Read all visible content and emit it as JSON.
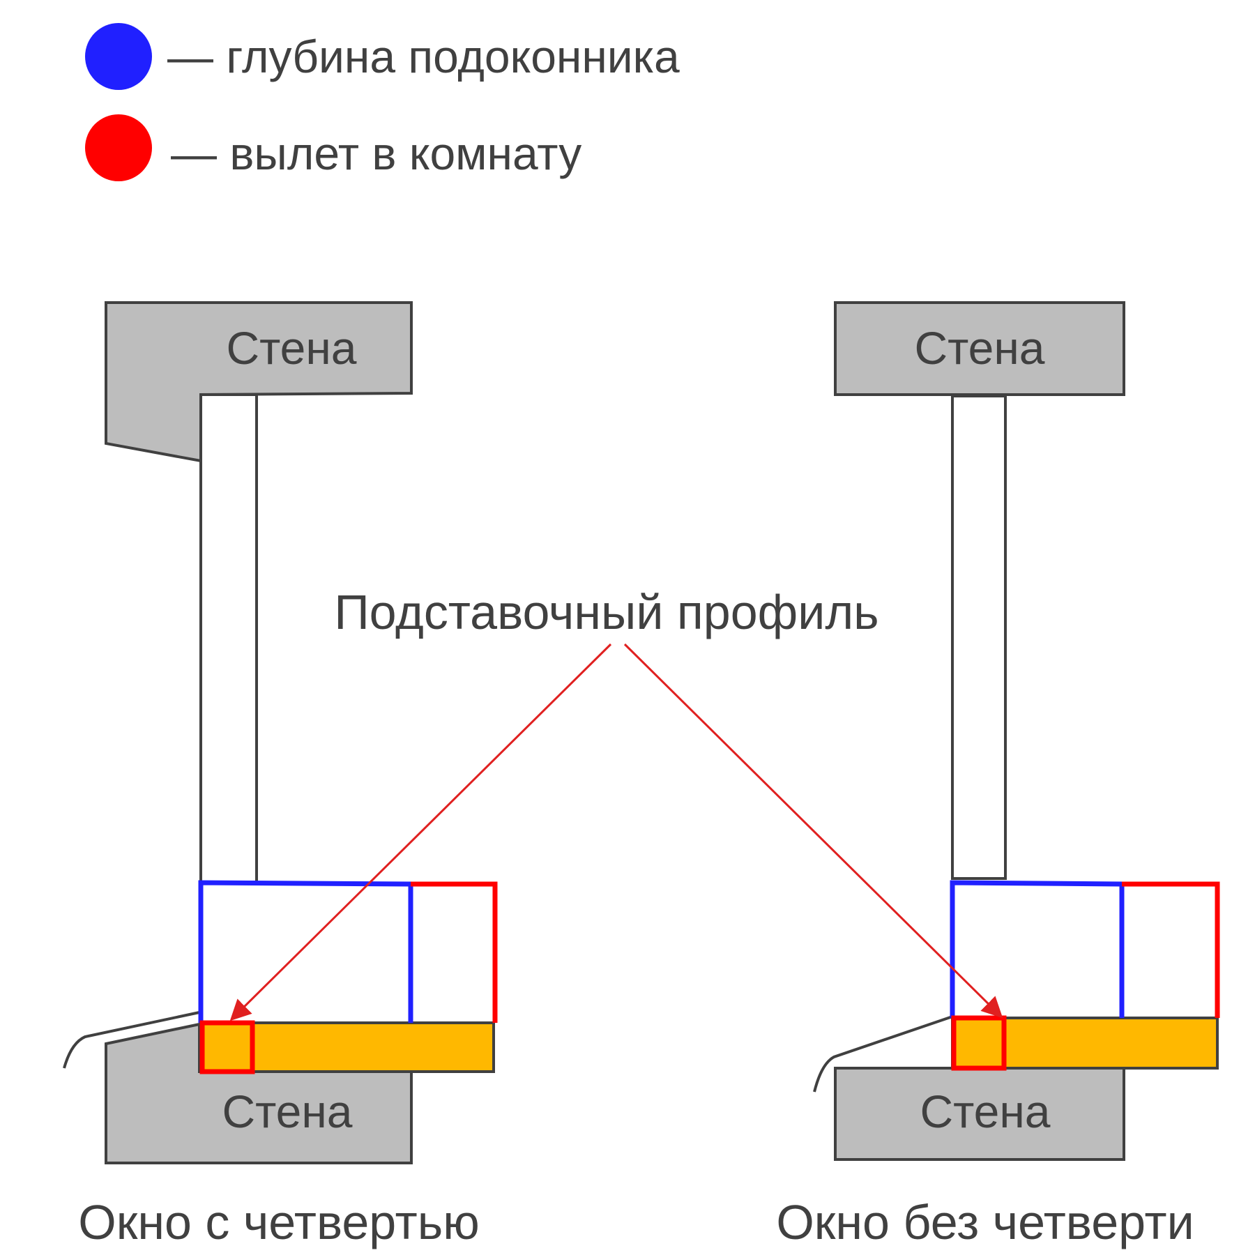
{
  "legend": {
    "items": [
      {
        "color": "#2020ff",
        "label": "— глубина подоконника"
      },
      {
        "color": "#ff0000",
        "label": "— вылет в комнату"
      }
    ]
  },
  "colors": {
    "wall_fill": "#bdbdbd",
    "outline": "#404040",
    "depth": "#2020ff",
    "overhang": "#ff0000",
    "profile": "#ffb800",
    "arrow": "#e02020"
  },
  "callout": {
    "label": "Подставочный профиль"
  },
  "panels": [
    {
      "wall_top": "Стена",
      "wall_bottom": "Стена",
      "caption": "Окно с четвертью"
    },
    {
      "wall_top": "Стена",
      "wall_bottom": "Стена",
      "caption": "Окно без четверти"
    }
  ]
}
